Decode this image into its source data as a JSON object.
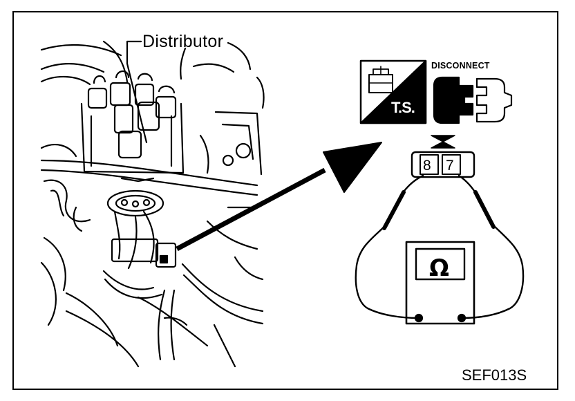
{
  "labels": {
    "distributor": "Distributor",
    "disconnect": "DISCONNECT",
    "ts": "T.S.",
    "terminal_a": "8",
    "terminal_b": "7",
    "meter_symbol": "Ω",
    "figure_code": "SEF013S"
  },
  "icons": [
    "tool-box-icon",
    "disconnect-connector-icon",
    "ohm-meter-icon",
    "engine-illustration"
  ],
  "colors": {
    "ink": "#000000",
    "paper": "#ffffff"
  }
}
